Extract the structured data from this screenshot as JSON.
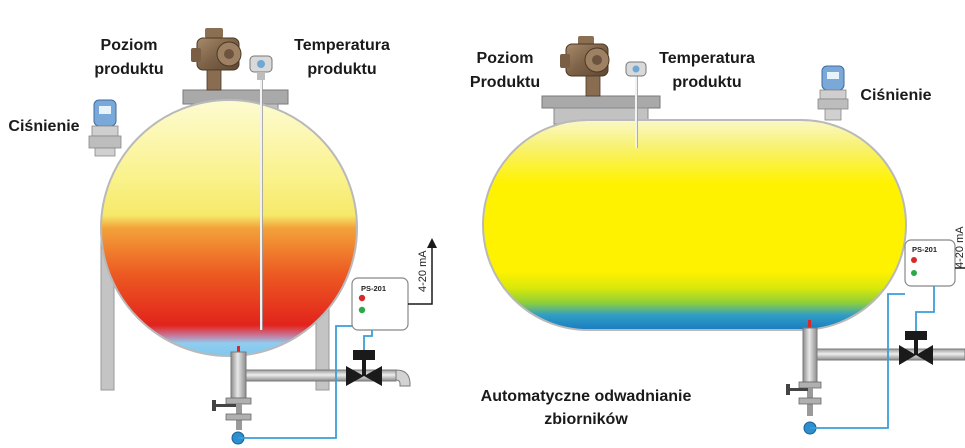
{
  "left_tank": {
    "level_label_line1": "Poziom",
    "level_label_line2": "produktu",
    "temp_label_line1": "Temperatura",
    "temp_label_line2": "produktu",
    "pressure_label": "Ciśnienie",
    "sensor_box_label": "PS-201",
    "signal_label": "4-20 mA"
  },
  "right_tank": {
    "level_label_line1": "Poziom",
    "level_label_line2": "Produktu",
    "temp_label_line1": "Temperatura",
    "temp_label_line2": "produktu",
    "pressure_label": "Ciśnienie",
    "sensor_box_label": "PS-201",
    "signal_label": "4-20 mA"
  },
  "caption": {
    "line1": "Automatyczne odwadnianie",
    "line2": "zbiorników"
  },
  "colors": {
    "water": "#7ec8ee",
    "water_dark": "#1a7bbf",
    "signal_line": "#3a9fd8",
    "led_red": "#d62a2a",
    "led_green": "#2aa84a",
    "pipe": "#b9b9b9"
  }
}
